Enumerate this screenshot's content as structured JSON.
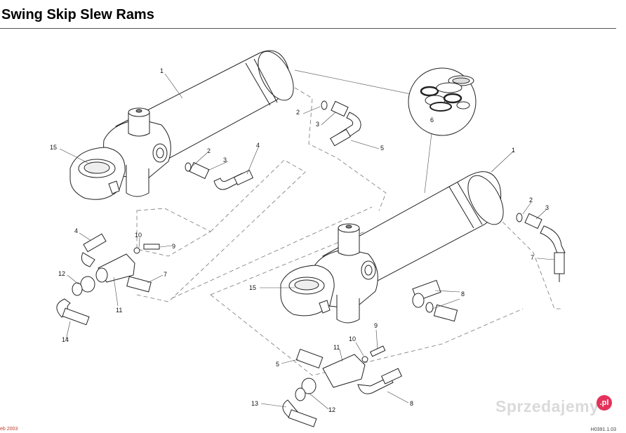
{
  "title": "Swing Skip Slew Rams",
  "footer": {
    "date": "eb 2003",
    "code": "H0391.1.03"
  },
  "watermark": {
    "text": "Sprzedajemy",
    "badge": ".pl"
  },
  "callouts": {
    "c1a": "1",
    "c2a": "2",
    "c3a": "3",
    "c2b": "2",
    "c3b": "3",
    "c4a": "4",
    "c5a": "5",
    "c6": "6",
    "c15a": "15",
    "c4b": "4",
    "c10a": "10",
    "c9a": "9",
    "c12a": "12",
    "c7a": "7",
    "c11a": "11",
    "c14": "14",
    "c1b": "1",
    "c2c": "2",
    "c3c": "3",
    "c7b": "7",
    "c15b": "15",
    "c8a": "8",
    "c9b": "9",
    "c10b": "10",
    "c5b": "5",
    "c11b": "11",
    "c8b": "8",
    "c13": "13",
    "c12b": "12"
  }
}
